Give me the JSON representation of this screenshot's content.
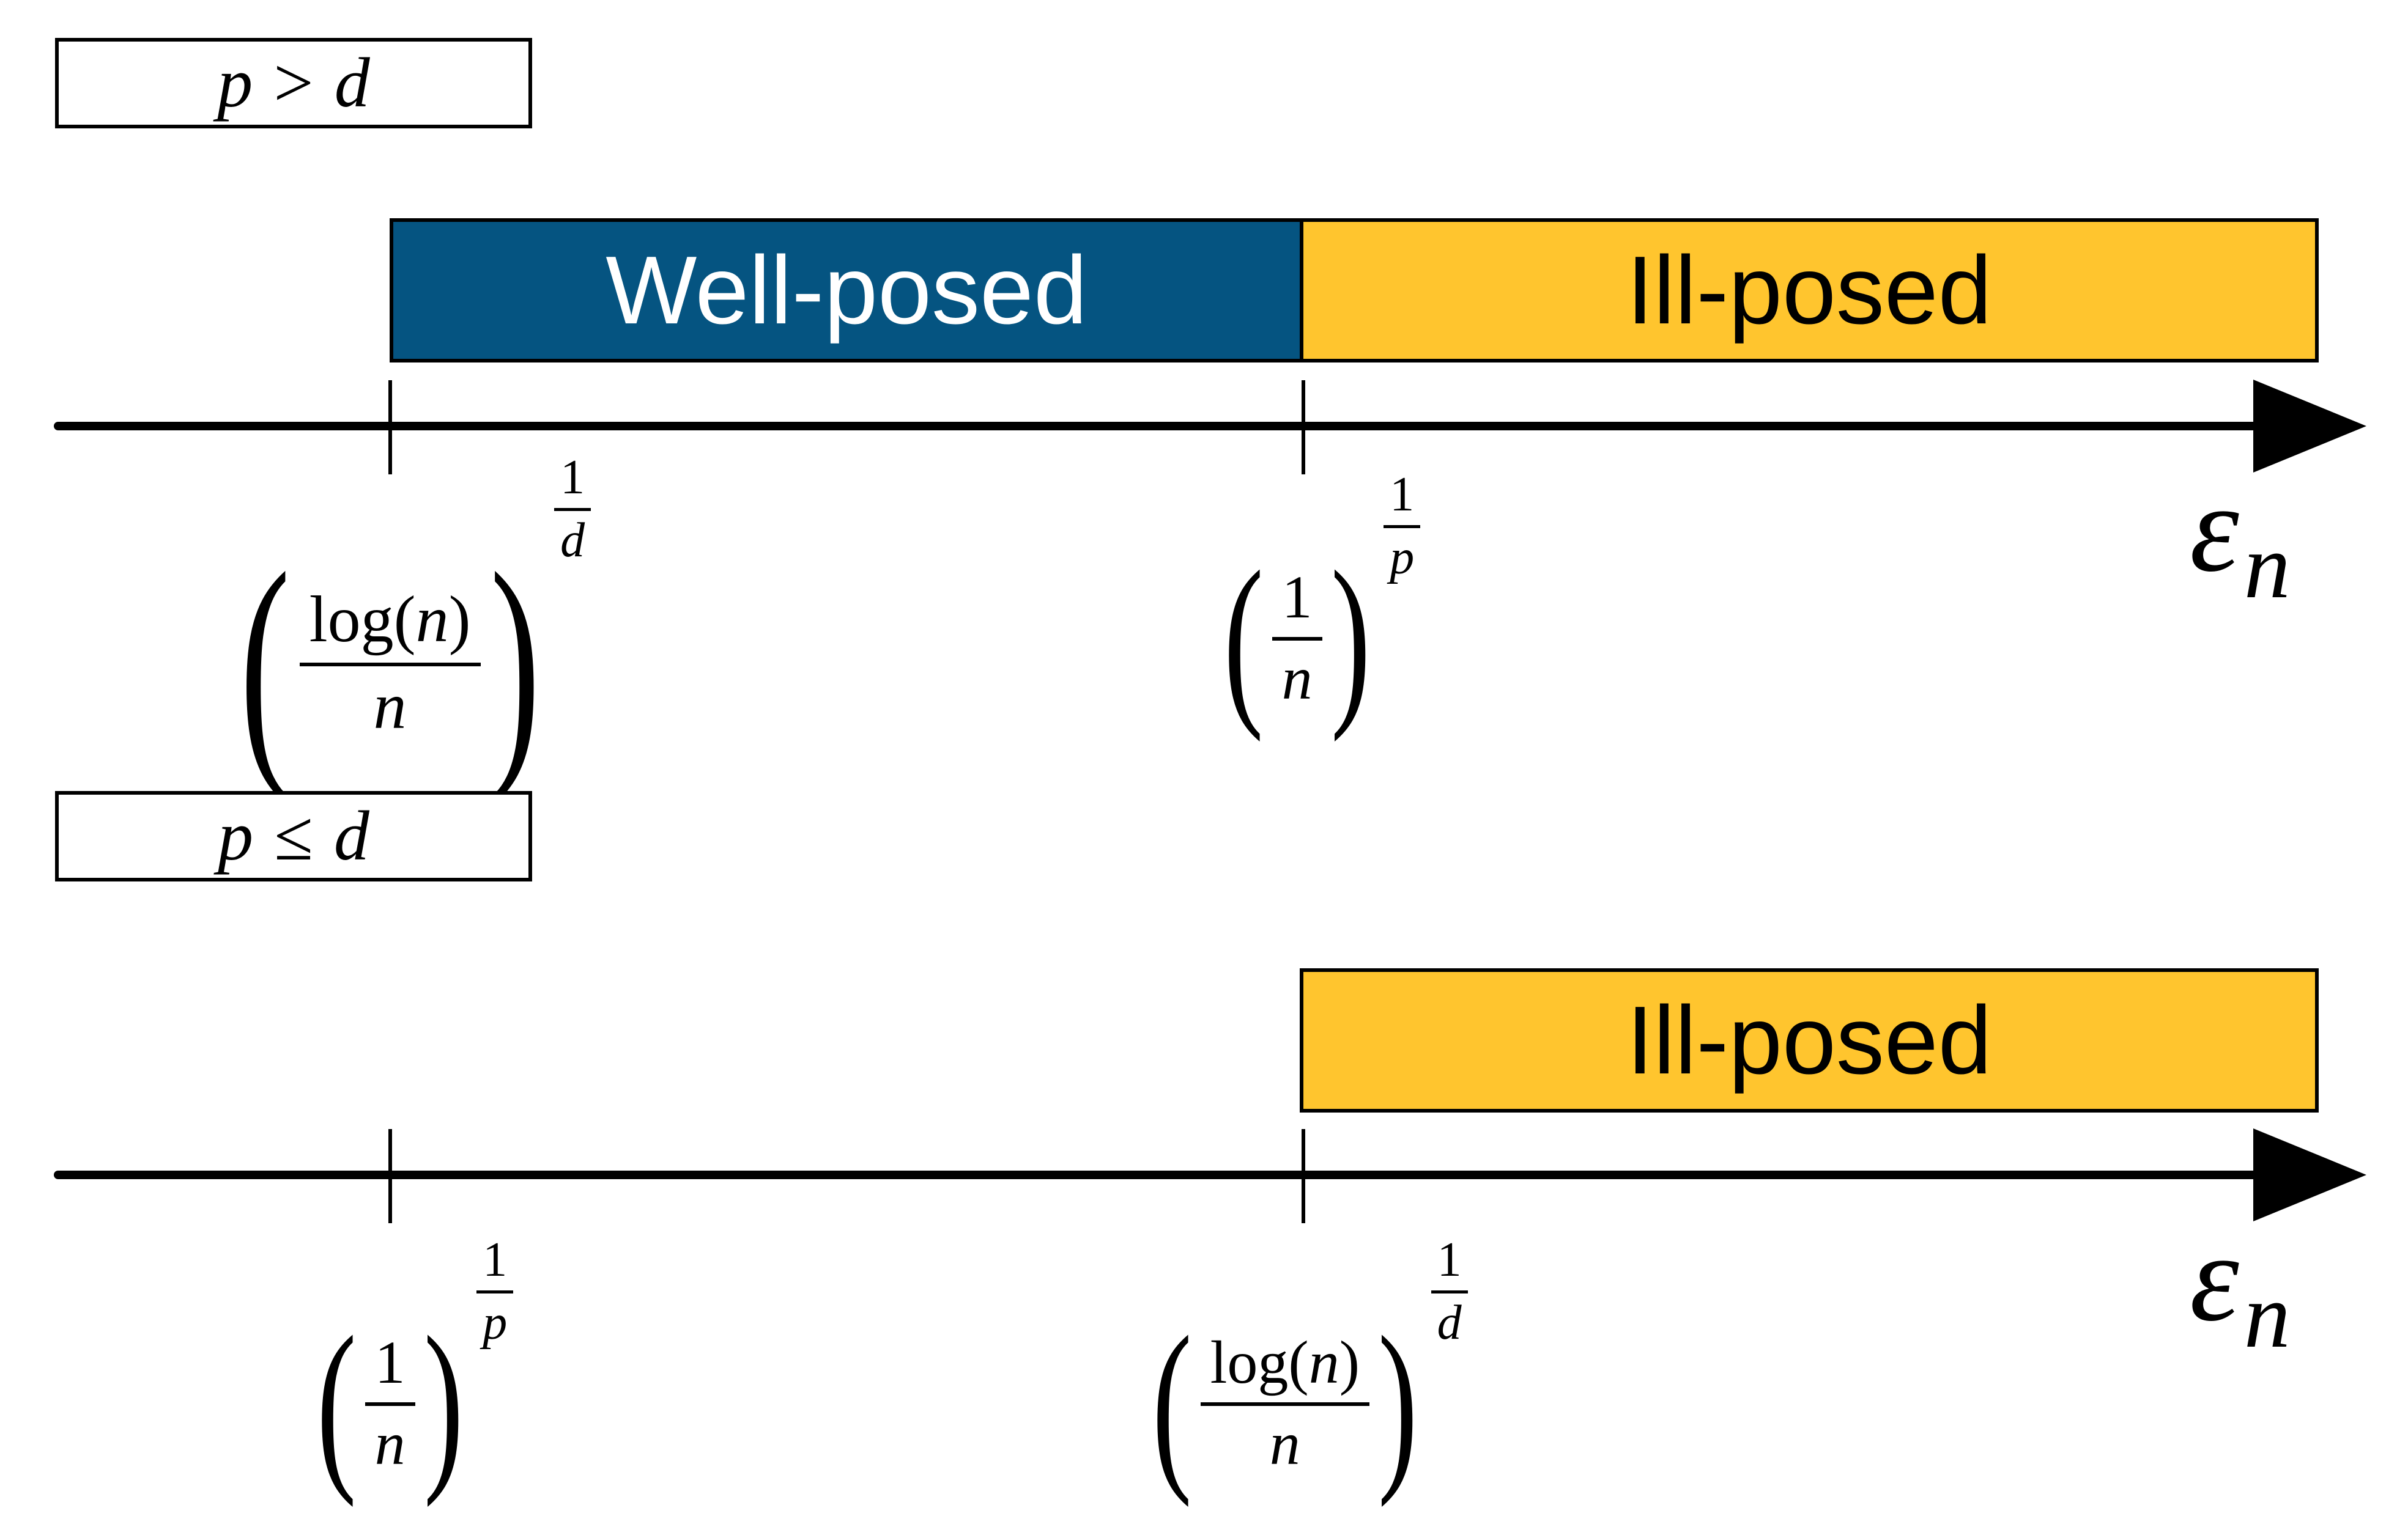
{
  "figure": {
    "background": "#ffffff",
    "colors": {
      "well_posed_fill": "#055481",
      "well_posed_text": "#ffffff",
      "ill_posed_fill": "#ffc52e",
      "ill_posed_text": "#000000",
      "axis_color": "#000000",
      "box_border": "#000000"
    },
    "glyphs": {
      "paren_open": "(",
      "paren_close": ")"
    },
    "top": {
      "condition": {
        "lhs": "p",
        "op": ">",
        "rhs": "d"
      },
      "well_posed_label": "Well-posed",
      "ill_posed_label": "Ill-posed",
      "axis_label": {
        "symbol": "ε",
        "subscript": "n"
      },
      "tick1": {
        "num_prefix": "log(",
        "num_var": "n",
        "num_suffix": ")",
        "den": "n",
        "exp_num": "1",
        "exp_den": "d"
      },
      "tick2": {
        "num_prefix": "1",
        "num_var": "",
        "num_suffix": "",
        "den": "n",
        "exp_num": "1",
        "exp_den": "p"
      }
    },
    "bottom": {
      "condition": {
        "lhs": "p",
        "op": "≤",
        "rhs": "d"
      },
      "ill_posed_label": "Ill-posed",
      "axis_label": {
        "symbol": "ε",
        "subscript": "n"
      },
      "tick1": {
        "num_prefix": "1",
        "num_var": "",
        "num_suffix": "",
        "den": "n",
        "exp_num": "1",
        "exp_den": "p"
      },
      "tick2": {
        "num_prefix": "log(",
        "num_var": "n",
        "num_suffix": ")",
        "den": "n",
        "exp_num": "1",
        "exp_den": "d"
      }
    }
  }
}
